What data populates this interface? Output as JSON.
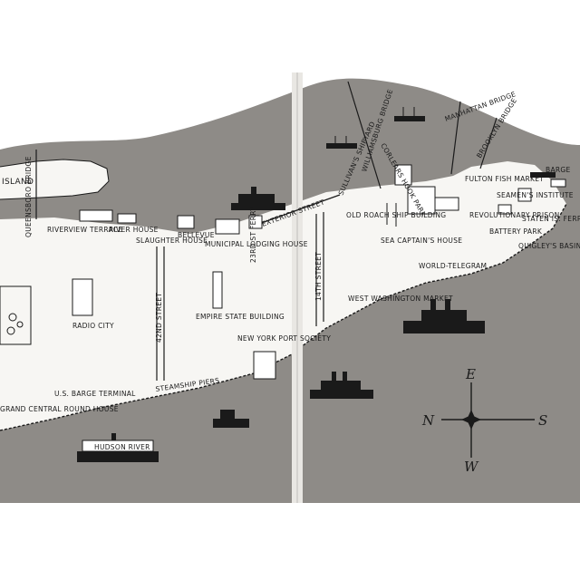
{
  "colors": {
    "water": "#8e8b87",
    "land": "#f7f6f3",
    "page": "#ffffff",
    "ink": "#1a1a1a",
    "gutter": "#e9e7e3"
  },
  "labels": {
    "island": "ISLAND",
    "queensboro_bridge": "QUEENSBORO BRIDGE",
    "williamsburg_bridge": "WILLIAMSBURG BRIDGE",
    "manhattan_bridge": "MANHATTAN BRIDGE",
    "brooklyn_bridge": "BROOKLYN BRIDGE",
    "corlears_hook_park": "CORLEARS HOOK PARK",
    "sullivans_shipyard": "SULLIVAN'S SHIPYARD",
    "riverview_terrace": "RIVERVIEW TERRACE",
    "river_house": "RIVER HOUSE",
    "slaughter_house": "SLAUGHTER HOUSE",
    "bellevue": "BELLEVUE",
    "municipal_lodging_house": "MUNICIPAL LODGING HOUSE",
    "ferry_23rd": "23RD ST FERRY",
    "exterior_street": "EXTERIOR STREET",
    "old_roach_ship_building": "OLD ROACH SHIP BUILDING",
    "sea_captains_house": "SEA CAPTAIN'S HOUSE",
    "fulton_fish_market": "FULTON FISH MARKET",
    "barge": "BARGE",
    "seamens_institute": "SEAMEN'S INSTITUTE",
    "revolutionary_prison": "REVOLUTIONARY PRISON",
    "battery_park": "BATTERY PARK",
    "staten_is_ferry": "STATEN IS. FERRY",
    "quigleys_basin": "QUIGLEY'S BASIN",
    "world_telegram": "WORLD-TELEGRAM",
    "west_washington_market": "WEST WASHINGTON MARKET",
    "street_42nd": "42ND STREET",
    "street_14th": "14TH STREET",
    "radio_city": "RADIO CITY",
    "empire_state_building": "EMPIRE STATE BUILDING",
    "new_york_port_society": "NEW YORK PORT SOCIETY",
    "us_barge_terminal": "U.S. BARGE TERMINAL",
    "steamship_piers": "STEAMSHIP PIERS",
    "grand_central_round_house": "GRAND CENTRAL ROUND HOUSE",
    "hudson_river_boat": "HUDSON RIVER"
  },
  "compass": {
    "north": "N",
    "south": "S",
    "east": "E",
    "west": "W"
  },
  "icons": [
    "ship-icon",
    "steamboat-icon",
    "paddle-steamer-icon",
    "building-icon",
    "compass-rose-icon",
    "flag-icon",
    "tree-icon"
  ]
}
